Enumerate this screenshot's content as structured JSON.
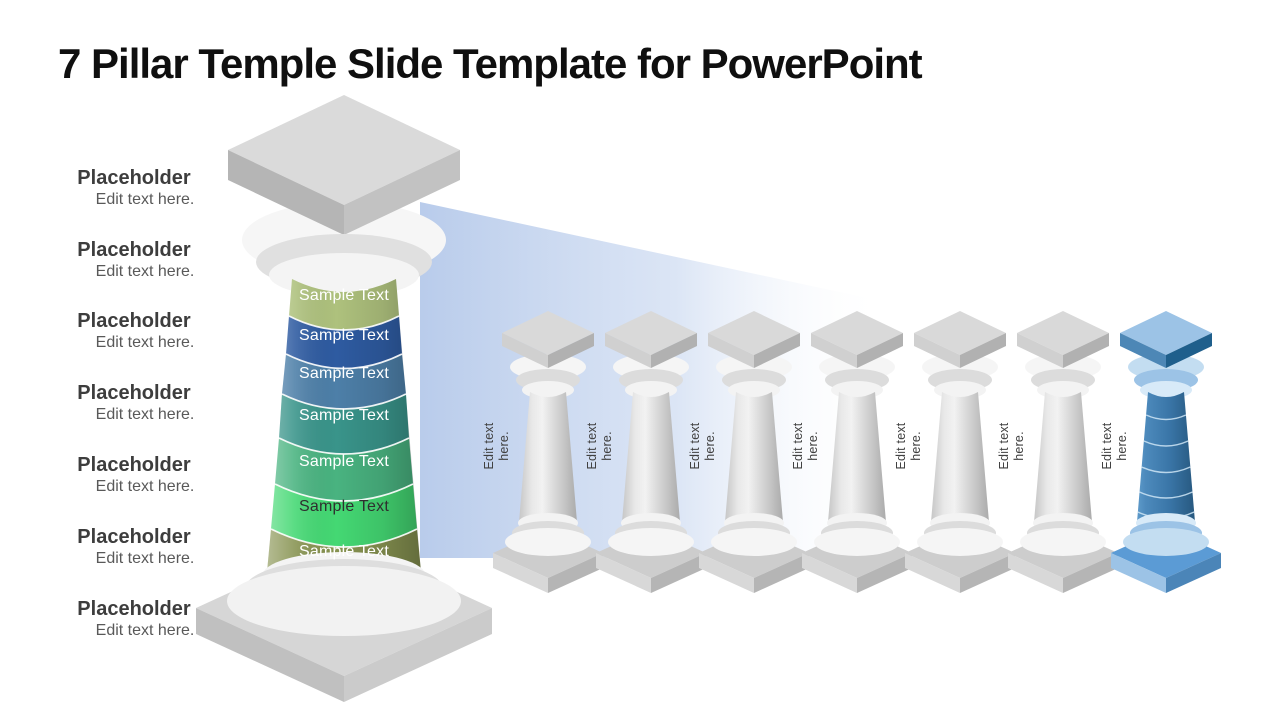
{
  "slide": {
    "title": "7 Pillar Temple Slide Template for PowerPoint"
  },
  "placeholder_list": {
    "items": [
      {
        "title": "Placeholder",
        "subtitle": "Edit text here."
      },
      {
        "title": "Placeholder",
        "subtitle": "Edit text here."
      },
      {
        "title": "Placeholder",
        "subtitle": "Edit text here."
      },
      {
        "title": "Placeholder",
        "subtitle": "Edit text here."
      },
      {
        "title": "Placeholder",
        "subtitle": "Edit text here."
      },
      {
        "title": "Placeholder",
        "subtitle": "Edit text here."
      },
      {
        "title": "Placeholder",
        "subtitle": "Edit text here."
      }
    ]
  },
  "main_pillar": {
    "segments": [
      {
        "label": "Sample Text",
        "color": "#aec17d",
        "text_color": "#ffffff"
      },
      {
        "label": "Sample Text",
        "color": "#2e5ba1",
        "text_color": "#ffffff"
      },
      {
        "label": "Sample Text",
        "color": "#4d7fa8",
        "text_color": "#ffffff"
      },
      {
        "label": "Sample Text",
        "color": "#39948a",
        "text_color": "#ffffff"
      },
      {
        "label": "Sample Text",
        "color": "#49b380",
        "text_color": "#ffffff"
      },
      {
        "label": "Sample Text",
        "color": "#44d873",
        "text_color": "#2f2f2f"
      },
      {
        "label": "Sample Text",
        "color": "#879351",
        "text_color": "#ffffff"
      }
    ]
  },
  "beam": {
    "color_start": "#b5c9ea",
    "color_end": "#ffffff"
  },
  "small_pillars": {
    "items": [
      {
        "label_line1": "Edit text",
        "label_line2": "here.",
        "variant": "gray"
      },
      {
        "label_line1": "Edit text",
        "label_line2": "here.",
        "variant": "gray"
      },
      {
        "label_line1": "Edit text",
        "label_line2": "here.",
        "variant": "gray"
      },
      {
        "label_line1": "Edit text",
        "label_line2": "here.",
        "variant": "gray"
      },
      {
        "label_line1": "Edit text",
        "label_line2": "here.",
        "variant": "gray"
      },
      {
        "label_line1": "Edit text",
        "label_line2": "here.",
        "variant": "gray"
      },
      {
        "label_line1": "Edit text",
        "label_line2": "here.",
        "variant": "blue"
      }
    ],
    "highlight_colors": {
      "cap_top": "#9cc3e6",
      "cap_side_left": "#4d87b6",
      "cap_side_dark": "#1f5f8c",
      "base_top": "#5b9bd5",
      "base_side_left": "#9cc3e6",
      "base_side_right": "#4b85b8"
    }
  }
}
